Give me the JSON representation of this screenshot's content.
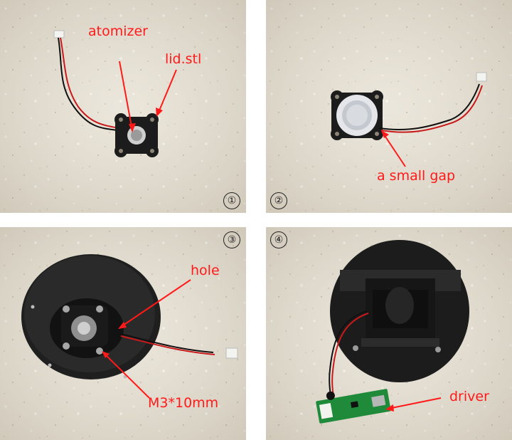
{
  "panels": [
    {
      "number": "①",
      "labels": {
        "atomizer": "atomizer",
        "lid": "lid.stl"
      }
    },
    {
      "number": "②",
      "labels": {
        "gap": "a small gap"
      }
    },
    {
      "number": "③",
      "labels": {
        "hole": "hole",
        "screw": "M3*10mm"
      }
    },
    {
      "number": "④",
      "labels": {
        "driver": "driver"
      }
    }
  ],
  "colors": {
    "annotation": "#ff1a1a",
    "background": "#e9e3d6",
    "part": "#1c1c1c"
  }
}
